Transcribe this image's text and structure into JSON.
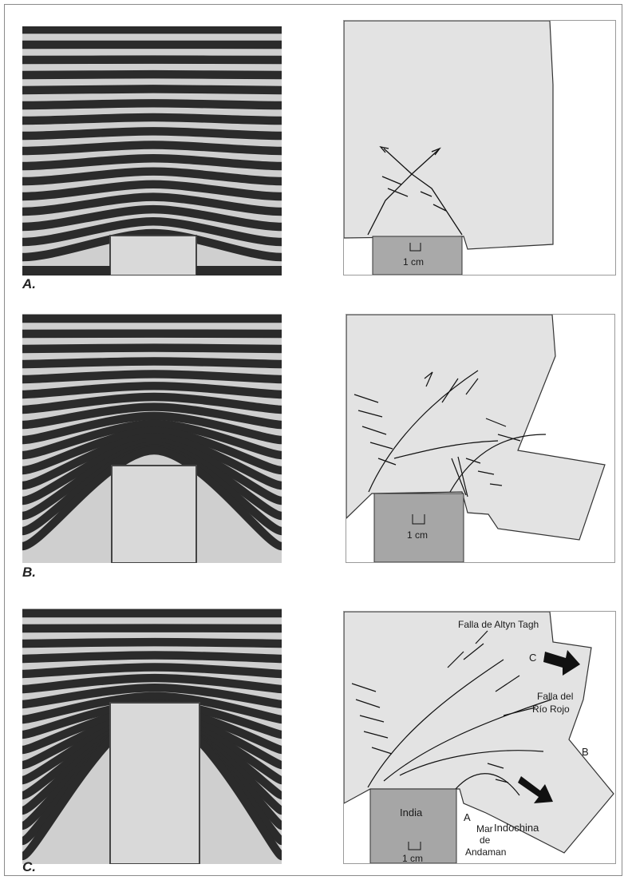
{
  "panels": {
    "a": {
      "label": "A.",
      "scale": "1 cm"
    },
    "b": {
      "label": "B.",
      "scale": "1 cm"
    },
    "c": {
      "label": "C.",
      "scale": "1 cm",
      "block_label": "India",
      "places": {
        "altyn": "Falla de Altyn Tagh",
        "rio_rojo_1": "Falla del",
        "rio_rojo_2": "Río Rojo",
        "indochina": "Indochina",
        "andaman_1": "Mar",
        "andaman_2": "de",
        "andaman_3": "Andaman",
        "letter_a": "A",
        "letter_b": "B",
        "letter_c": "C"
      }
    }
  },
  "colors": {
    "stripe_dark": "#2b2b2b",
    "stripe_light": "#c9c9c9",
    "plasticine_fill": "#e3e3e3",
    "indenter_fill": "#a6a6a6"
  }
}
